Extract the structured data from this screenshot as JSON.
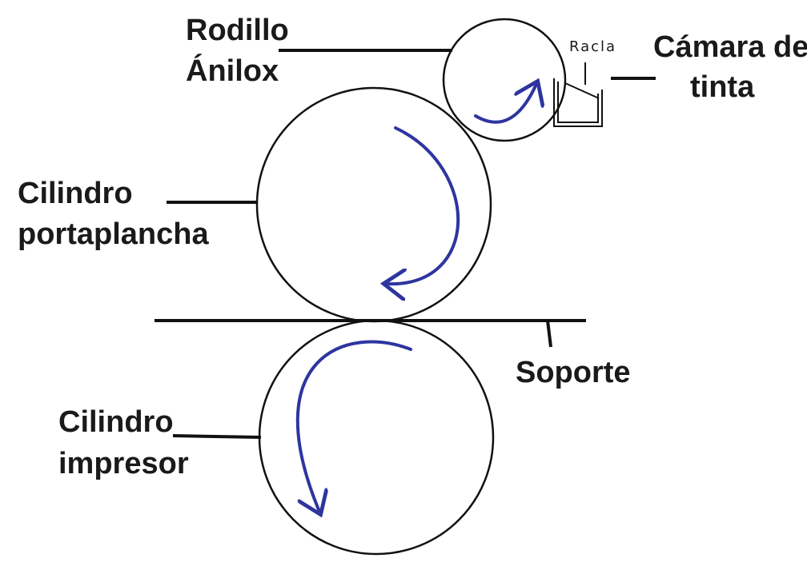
{
  "labels": {
    "anilox_line1": "Rodillo",
    "anilox_line2": "Ánilox",
    "chamber_line1": "Cámara de",
    "chamber_line2": "tinta",
    "doctor_blade": "Racla",
    "plate_line1": "Cilindro",
    "plate_line2": "portaplancha",
    "substrate": "Soporte",
    "impression_line1": "Cilindro",
    "impression_line2": "impresor"
  },
  "colors": {
    "arrow": "#2e35a0",
    "line": "#111111",
    "text": "#1a1a1a"
  }
}
